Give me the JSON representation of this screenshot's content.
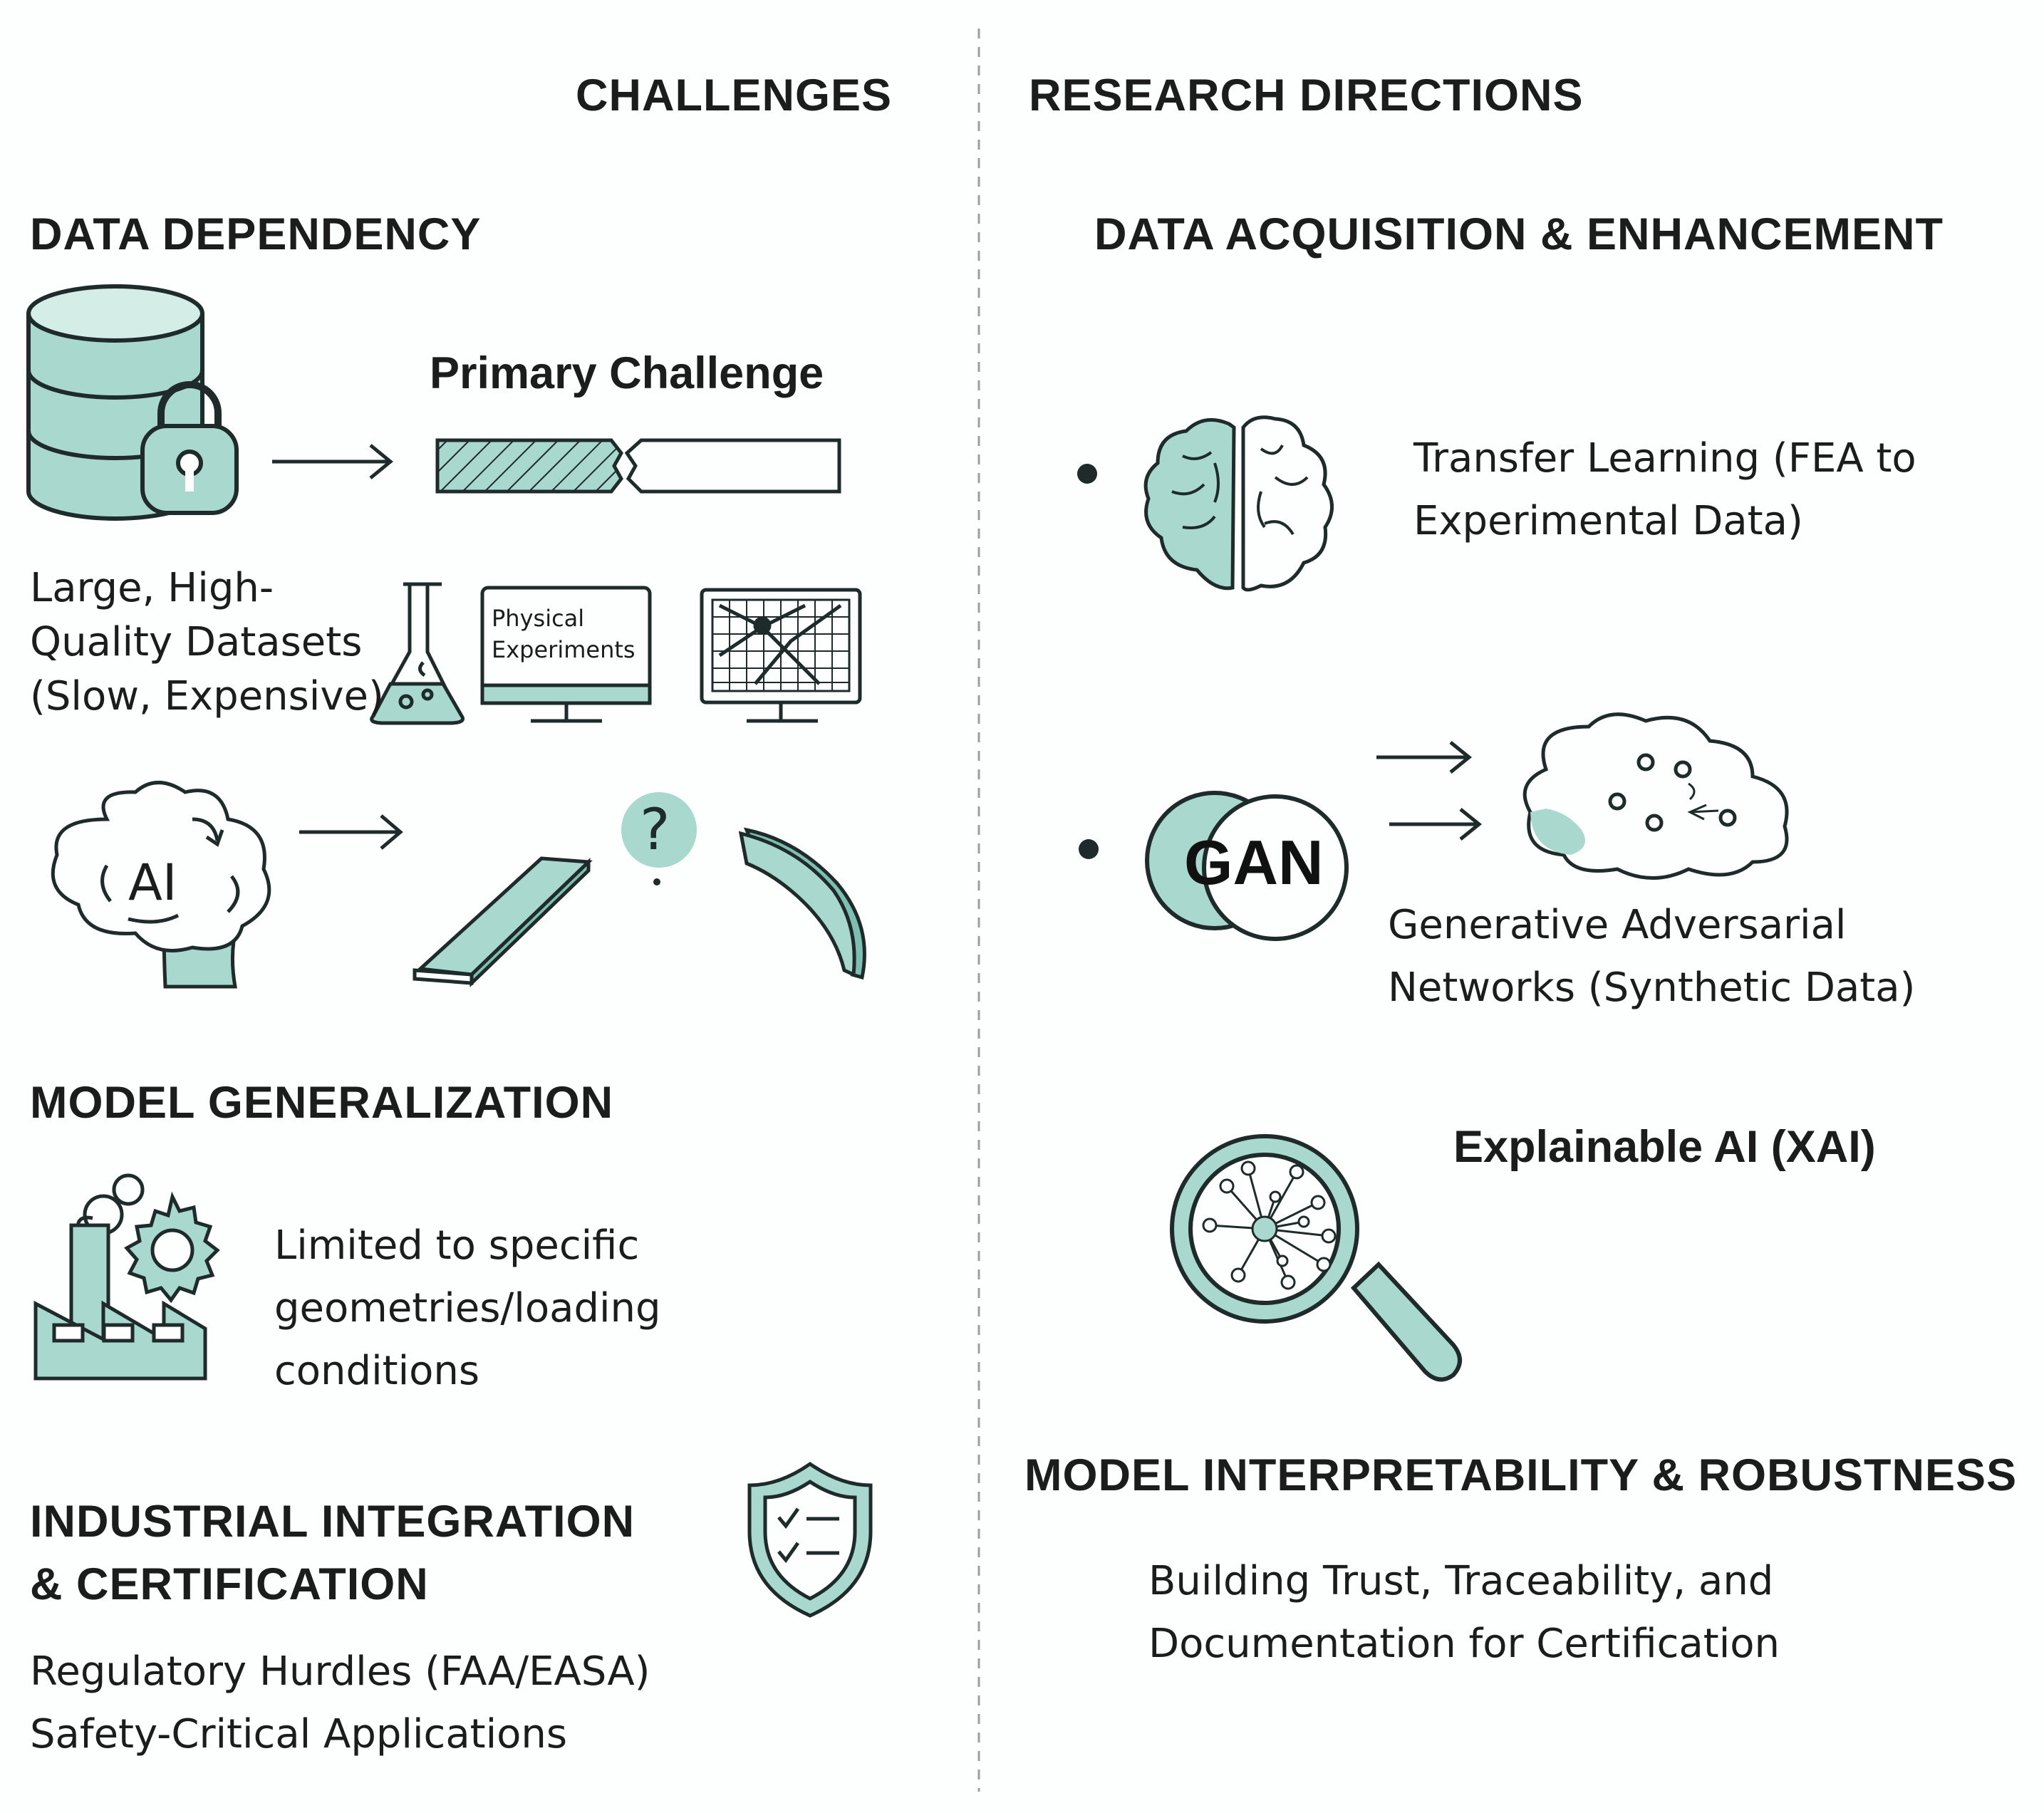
{
  "columns": {
    "challenges": "CHALLENGES",
    "research_directions": "RESEARCH DIRECTIONS"
  },
  "challenges": {
    "data_dependency": {
      "title": "DATA DEPENDENCY",
      "primary_label": "Primary Challenge",
      "datasets_lines": [
        "Large, High-",
        "Quality Datasets",
        "(Slow, Expensive)"
      ],
      "monitor_lines": [
        "Physical",
        "Experiments"
      ],
      "ai_label": "AI",
      "question_mark": "?"
    },
    "model_generalization": {
      "title": "MODEL GENERALIZATION",
      "lines": [
        "Limited to specific",
        "geometries/loading",
        "conditions"
      ]
    },
    "industrial_integration": {
      "title_lines": [
        "INDUSTRIAL INTEGRATION",
        "& CERTIFICATION"
      ],
      "lines": [
        "Regulatory Hurdles (FAA/EASA)",
        "Safety-Critical Applications"
      ]
    }
  },
  "research": {
    "data_acquisition": {
      "title": "DATA ACQUISITION & ENHANCEMENT",
      "transfer_lines": [
        "Transfer Learning (FEA to",
        "Experimental Data)"
      ],
      "gan_label": "GAN",
      "gan_lines": [
        "Generative Adversarial",
        "Networks (Synthetic Data)"
      ]
    },
    "interpretability": {
      "xai_label": "Explainable AI (XAI)",
      "title": "MODEL INTERPRETABILITY & ROBUSTNESS",
      "lines": [
        "Building Trust, Traceability, and",
        "Documentation for Certification"
      ]
    }
  },
  "colors": {
    "teal_fill": "#a9d8ce",
    "stroke": "#1f2a2a",
    "divider": "#9aa0a0"
  }
}
